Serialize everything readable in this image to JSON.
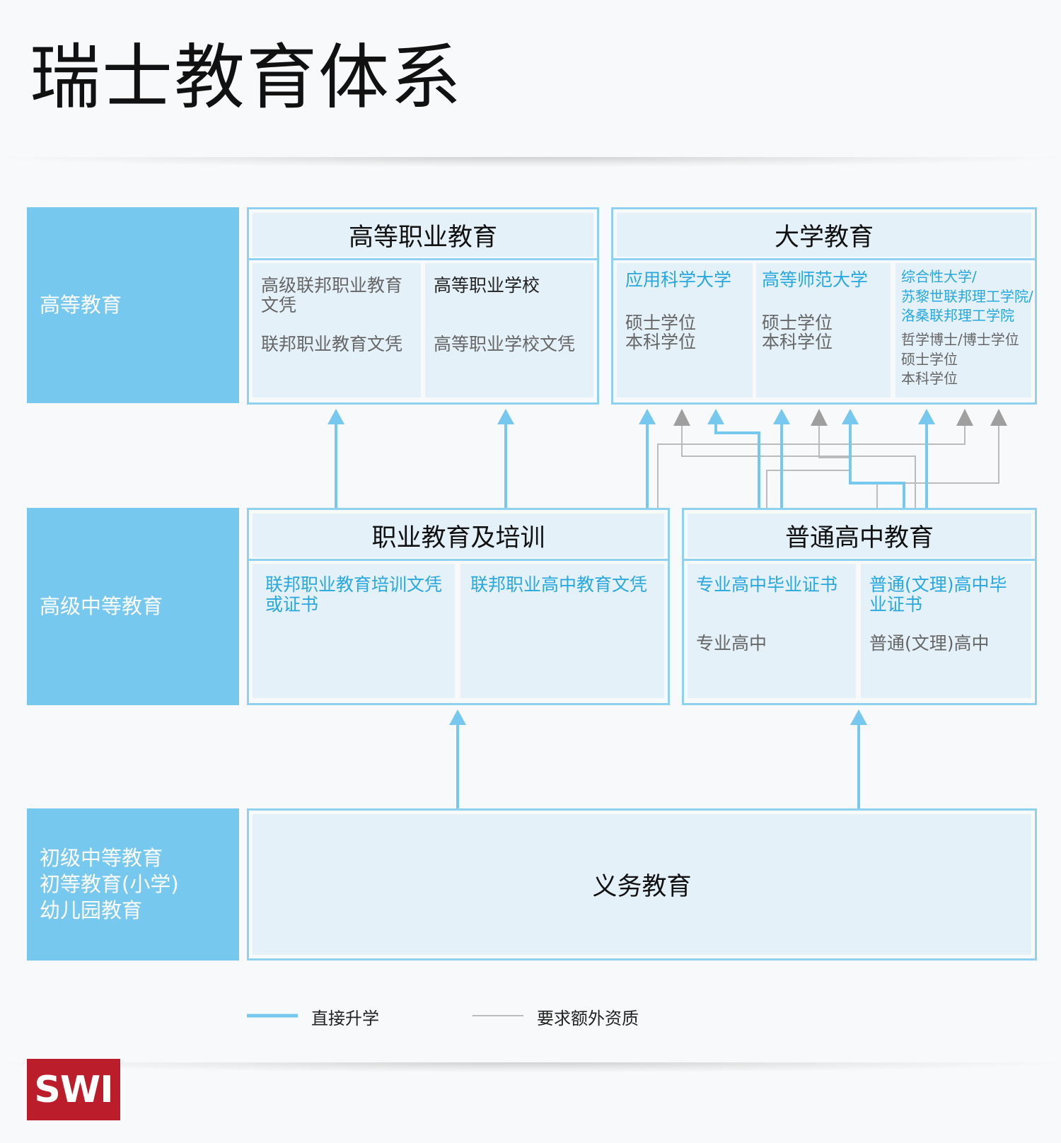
{
  "title": "瑞士教育体系",
  "levels": {
    "tertiary": "高等教育",
    "upper_secondary": "高级中等教育",
    "lower": [
      "初级中等教育",
      "初等教育(小学)",
      "幼儿园教育"
    ]
  },
  "higher_vocational": {
    "header": "高等职业教育",
    "col1": {
      "title": "高级联邦职业教育文凭",
      "sub": "联邦职业教育文凭"
    },
    "col2": {
      "title": "高等职业学校",
      "sub": "高等职业学校文凭"
    }
  },
  "university": {
    "header": "大学教育",
    "col1": {
      "title": "应用科学大学",
      "degrees": [
        "硕士学位",
        "本科学位"
      ]
    },
    "col2": {
      "title": "高等师范大学",
      "degrees": [
        "硕士学位",
        "本科学位"
      ]
    },
    "col3": {
      "title": [
        "综合性大学/",
        "苏黎世联邦理工学院/",
        "洛桑联邦理工学院"
      ],
      "degrees": [
        "哲学博士/博士学位",
        "硕士学位",
        "本科学位"
      ]
    }
  },
  "vocational_training": {
    "header": "职业教育及培训",
    "col1": {
      "title": "联邦职业教育培训文凭或证书"
    },
    "col2": {
      "title": "联邦职业高中教育文凭"
    }
  },
  "general_high_school": {
    "header": "普通高中教育",
    "col1": {
      "title": "专业高中毕业证书",
      "sub": "专业高中"
    },
    "col2": {
      "title": "普通(文理)高中毕业证书",
      "sub": "普通(文理)高中"
    }
  },
  "compulsory": {
    "header": "义务教育"
  },
  "legend": {
    "direct": "直接升学",
    "additional": "要求额外资质"
  },
  "logo": "SWI",
  "colors": {
    "level_blue": "#76c8ee",
    "frame_blue": "#8fd1f1",
    "panel_blue": "#e4f1f9",
    "accent_blue": "#29a7df",
    "gray_line": "#bbbbbb",
    "logo_red": "#bb1e2a"
  },
  "icons": [
    "arrow-up-blue-icon",
    "arrow-up-gray-icon"
  ]
}
